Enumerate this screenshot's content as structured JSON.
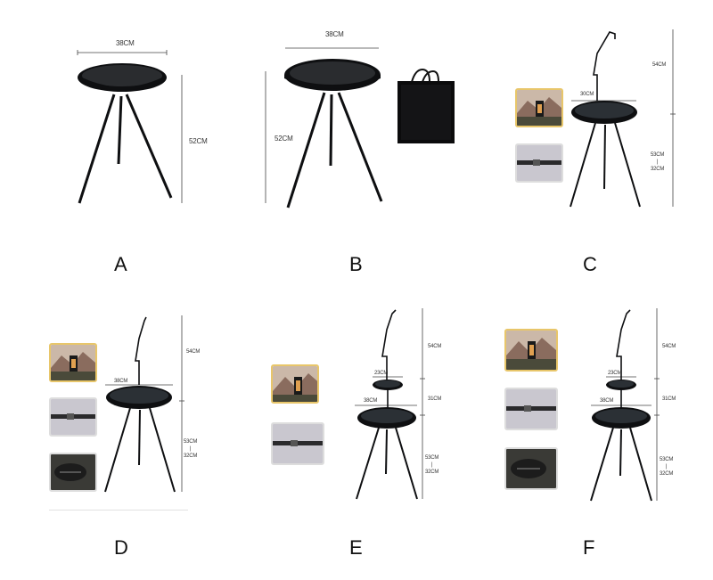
{
  "variants": {
    "A": {
      "letter": "A",
      "diameter": "38CM",
      "height": "52CM"
    },
    "B": {
      "letter": "B",
      "diameter": "38CM",
      "height": "52CM"
    },
    "C": {
      "letter": "C",
      "hook_height": "54CM",
      "diameter": "30CM",
      "height_top": "53CM",
      "height_sep": "|",
      "height_bottom": "32CM"
    },
    "D": {
      "letter": "D",
      "hook_height": "54CM",
      "diameter": "38CM",
      "height_top": "53CM",
      "height_sep": "|",
      "height_bottom": "32CM"
    },
    "E": {
      "letter": "E",
      "hook_height": "54CM",
      "small_diameter": "23CM",
      "diameter": "38CM",
      "middle_height": "31CM",
      "height_top": "53CM",
      "height_sep": "|",
      "height_bottom": "32CM"
    },
    "F": {
      "letter": "F",
      "hook_height": "54CM",
      "small_diameter": "23CM",
      "diameter": "38CM",
      "middle_height": "31CM",
      "height_top": "53CM",
      "height_sep": "|",
      "height_bottom": "32CM"
    }
  },
  "colors": {
    "table": "#0e0f11",
    "thumb_border": "#e8c66a",
    "dim_line": "#444444"
  },
  "icons": [
    "lantern-photo",
    "leg-joint-photo",
    "carry-bag-photo",
    "storage-bag-icon"
  ]
}
